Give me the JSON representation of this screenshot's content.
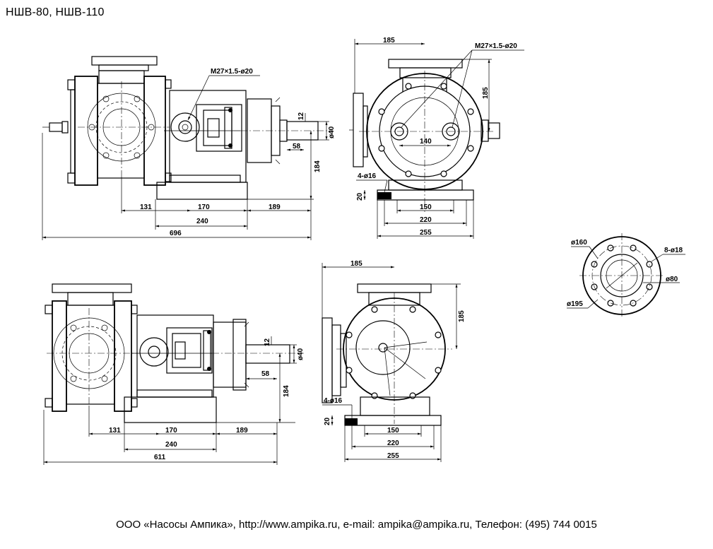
{
  "header": {
    "title": "НШВ-80, НШВ-110"
  },
  "footer": {
    "text": "ООО «Насосы Ампика», http://www.ampika.ru, e-mail: ampika@ampika.ru, Телефон: (495) 744 0015"
  },
  "views": {
    "top_side": {
      "thread_label": "M27×1.5-ø20",
      "dims": {
        "d12": "12",
        "d40": "ø40",
        "d58": "58",
        "d184": "184",
        "d131": "131",
        "d170": "170",
        "d189": "189",
        "d240": "240",
        "d696": "696"
      }
    },
    "top_front": {
      "thread_label": "M27×1.5-ø20",
      "dims": {
        "d185w": "185",
        "d185h": "185",
        "d140": "140",
        "holes": "4-ø16",
        "d20": "20",
        "d150": "150",
        "d220": "220",
        "d255": "255"
      }
    },
    "flange": {
      "dims": {
        "d160": "ø160",
        "holes": "8-ø18",
        "d80": "ø80",
        "d195": "ø195"
      }
    },
    "bottom_side": {
      "dims": {
        "d12": "12",
        "d40": "ø40",
        "d58": "58",
        "d184": "184",
        "d131": "131",
        "d170": "170",
        "d189": "189",
        "d240": "240",
        "d611": "611"
      }
    },
    "bottom_front": {
      "dims": {
        "d185w": "185",
        "d185h": "185",
        "holes": "4-ø16",
        "d20": "20",
        "d150": "150",
        "d220": "220",
        "d255": "255"
      }
    }
  }
}
